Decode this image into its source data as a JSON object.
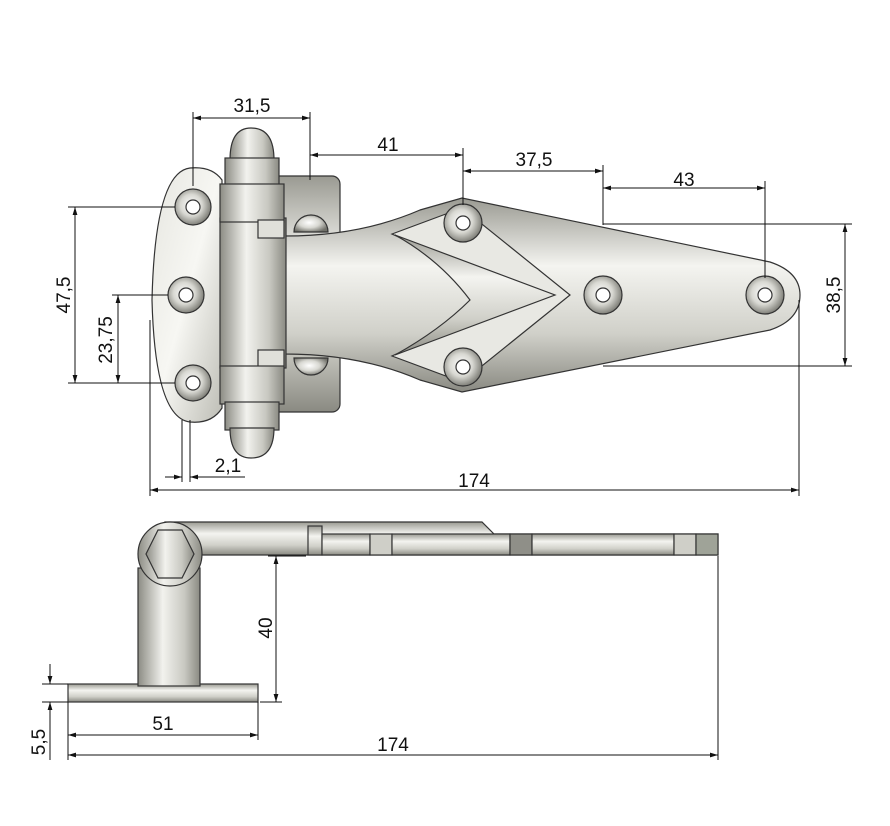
{
  "top_view": {
    "dimensions": {
      "knuckle_width": "31,5",
      "hole_to_hole_1": "41",
      "hole_to_hole_2": "37,5",
      "hole_to_end": "43",
      "leaf_hole_span": "47,5",
      "leaf_hole_half": "23,75",
      "offset": "2,1",
      "strap_width": "38,5",
      "overall_length": "174"
    }
  },
  "side_view": {
    "dimensions": {
      "height": "40",
      "thickness": "5,5",
      "base_length": "51",
      "overall_length": "174"
    }
  },
  "colors": {
    "metal_light": "#f2f2ee",
    "metal_mid": "#c9c9c2",
    "metal_dark": "#8e8e86",
    "line": "#111111"
  }
}
